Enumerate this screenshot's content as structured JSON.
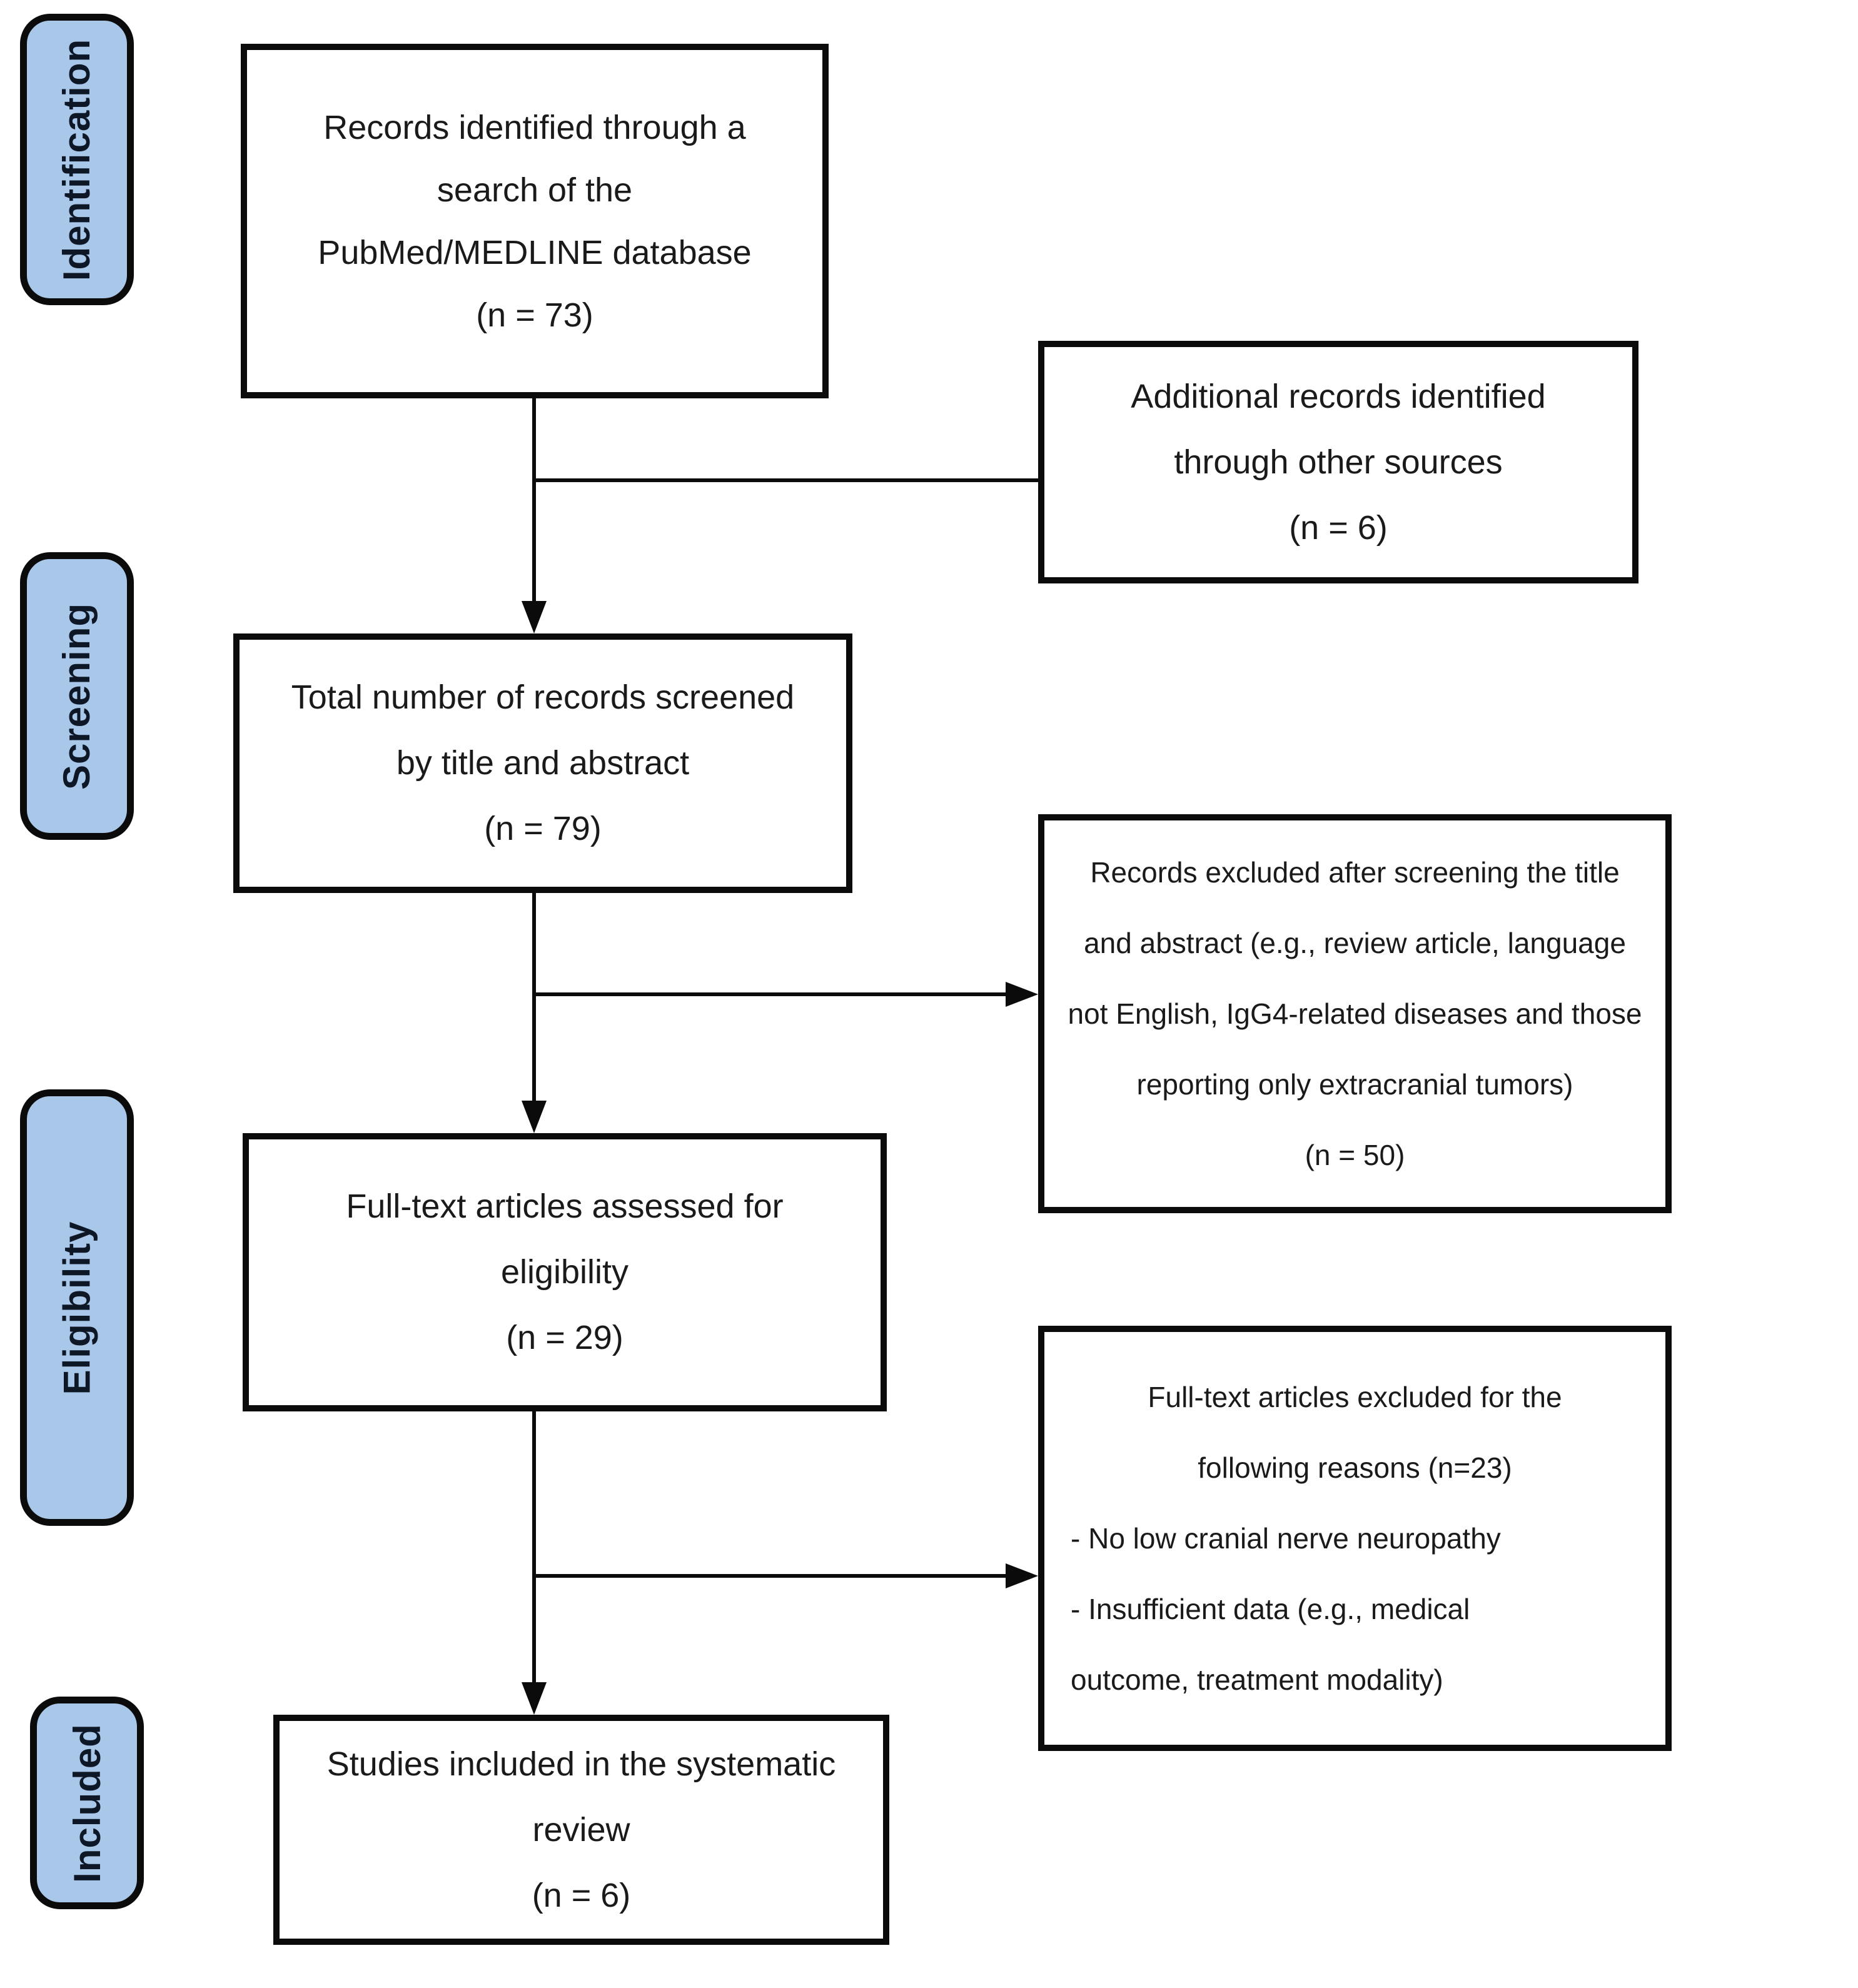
{
  "diagram_type": "prisma-flow-diagram",
  "stages": [
    {
      "label": "Identification"
    },
    {
      "label": "Screening"
    },
    {
      "label": "Eligibility"
    },
    {
      "label": "Included"
    }
  ],
  "boxes": {
    "records_identified": {
      "lines": [
        "Records identified through a",
        "search of the",
        "PubMed/MEDLINE database",
        "(n = 73)"
      ],
      "n": 73
    },
    "additional_records": {
      "lines": [
        "Additional records identified",
        "through other sources",
        "(n = 6)"
      ],
      "n": 6
    },
    "records_screened": {
      "lines": [
        "Total number of records screened",
        "by title and abstract",
        "(n = 79)"
      ],
      "n": 79
    },
    "records_excluded": {
      "lines": [
        "Records excluded after screening the title",
        "and abstract (e.g., review article, language",
        "not English, IgG4-related diseases and those",
        "reporting only extracranial tumors)",
        "(n = 50)"
      ],
      "n": 50
    },
    "fulltext_assessed": {
      "lines": [
        "Full-text articles assessed for",
        "eligibility",
        "(n = 29)"
      ],
      "n": 29
    },
    "fulltext_excluded": {
      "lines": [
        "Full-text articles excluded for the",
        "following reasons (n=23)",
        "- No low cranial nerve neuropathy",
        "- Insufficient data (e.g., medical",
        "outcome, treatment modality)"
      ],
      "n": 23
    },
    "studies_included": {
      "lines": [
        "Studies included in the systematic",
        "review",
        "(n = 6)"
      ],
      "n": 6
    }
  },
  "colors": {
    "stage_fill": "#A9C7E8",
    "stage_text": "#0E1726",
    "box_border": "#0B0B0B",
    "box_text": "#1A1A1A",
    "background": "#FFFFFF"
  }
}
